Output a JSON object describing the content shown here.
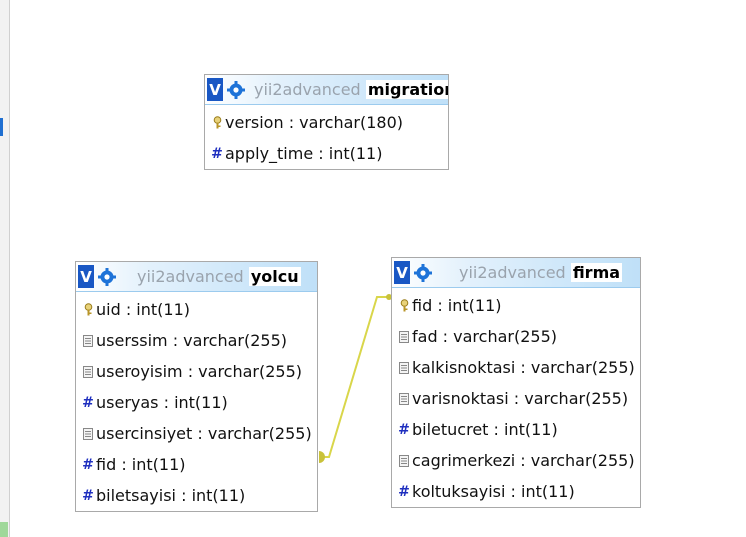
{
  "tables": [
    {
      "db": "yii2advanced",
      "name": "migration",
      "columns": [
        {
          "label": "version : varchar(180)",
          "icon": "key-icon"
        },
        {
          "label": "apply_time : int(11)",
          "icon": "hash-icon"
        }
      ]
    },
    {
      "db": "yii2advanced",
      "name": "yolcu",
      "columns": [
        {
          "label": "uid : int(11)",
          "icon": "key-icon"
        },
        {
          "label": "userssim : varchar(255)",
          "icon": "text-icon"
        },
        {
          "label": "useroyisim : varchar(255)",
          "icon": "text-icon"
        },
        {
          "label": "useryas : int(11)",
          "icon": "hash-icon"
        },
        {
          "label": "usercinsiyet : varchar(255)",
          "icon": "text-icon"
        },
        {
          "label": "fid : int(11)",
          "icon": "hash-icon"
        },
        {
          "label": "biletsayisi : int(11)",
          "icon": "hash-icon"
        }
      ]
    },
    {
      "db": "yii2advanced",
      "name": "firma",
      "columns": [
        {
          "label": "fid : int(11)",
          "icon": "key-icon"
        },
        {
          "label": "fad : varchar(255)",
          "icon": "text-icon"
        },
        {
          "label": "kalkisnoktasi : varchar(255)",
          "icon": "text-icon"
        },
        {
          "label": "varisnoktasi : varchar(255)",
          "icon": "text-icon"
        },
        {
          "label": "biletucret : int(11)",
          "icon": "hash-icon"
        },
        {
          "label": "cagrimerkezi : varchar(255)",
          "icon": "text-icon"
        },
        {
          "label": "koltuksayisi : int(11)",
          "icon": "hash-icon"
        }
      ]
    }
  ],
  "header_icons": {
    "toggle": "V",
    "options": "gear-icon"
  },
  "relations": [
    {
      "from": "yolcu.fid",
      "to": "firma.fid"
    }
  ],
  "colors": {
    "header_gradient_end": "#bfe0f8",
    "toggle_bg": "#1957c4",
    "relation_line": "#d9d64a",
    "hash": "#1f2fbf"
  }
}
